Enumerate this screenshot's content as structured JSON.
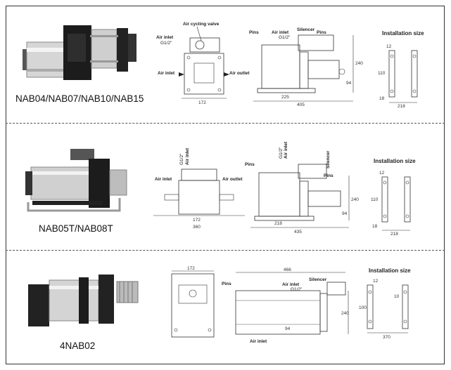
{
  "rows": [
    {
      "model": "NAB04/NAB07/NAB10/NAB15",
      "front": {
        "air_cycling_valve": "Air cycling valve",
        "air_inlet_top": "Air inlet",
        "thread": "G1/2\"",
        "air_inlet_side": "Air inlet",
        "air_outlet": "Air outlet",
        "width": "172"
      },
      "side": {
        "pins_left": "Pins",
        "air_inlet": "Air inlet",
        "thread": "G1/2\"",
        "silencer": "Silencer",
        "pins_right": "Pins",
        "height": "240",
        "port_height": "94",
        "base_width": "225",
        "length": "405"
      },
      "install": {
        "title": "Installation size",
        "gap": "12",
        "hole_pitch": "110",
        "offset": "18",
        "width": "218"
      }
    },
    {
      "model": "NAB05T/NAB08T",
      "front": {
        "air_inlet": "Air inlet",
        "thread": "G1/2\"",
        "air_inlet_side": "Air inlet",
        "air_outlet": "Air outlet",
        "inner_width": "172",
        "outer_width": "360"
      },
      "side": {
        "pins_left": "Pins",
        "air_inlet": "Air inlet",
        "thread": "G1/2\"",
        "silencer": "Silencer",
        "pins_right": "Pins",
        "height": "240",
        "port_height": "94",
        "base_width": "218",
        "length": "435"
      },
      "install": {
        "title": "Installation size",
        "gap": "12",
        "hole_pitch": "110",
        "offset": "18",
        "width": "218"
      }
    },
    {
      "model": "4NAB02",
      "front": {
        "width": "172"
      },
      "side": {
        "length": "466",
        "pins": "Pins",
        "silencer": "Silencer",
        "air_inlet_top": "Air inlet",
        "thread": "G1/2\"",
        "height": "240",
        "port_height": "94",
        "air_inlet_bottom": "Air inlet"
      },
      "install": {
        "title": "Installation size",
        "gap": "12",
        "hole_pitch": "100",
        "hole_pitch_right": "10",
        "width": "370"
      }
    }
  ]
}
